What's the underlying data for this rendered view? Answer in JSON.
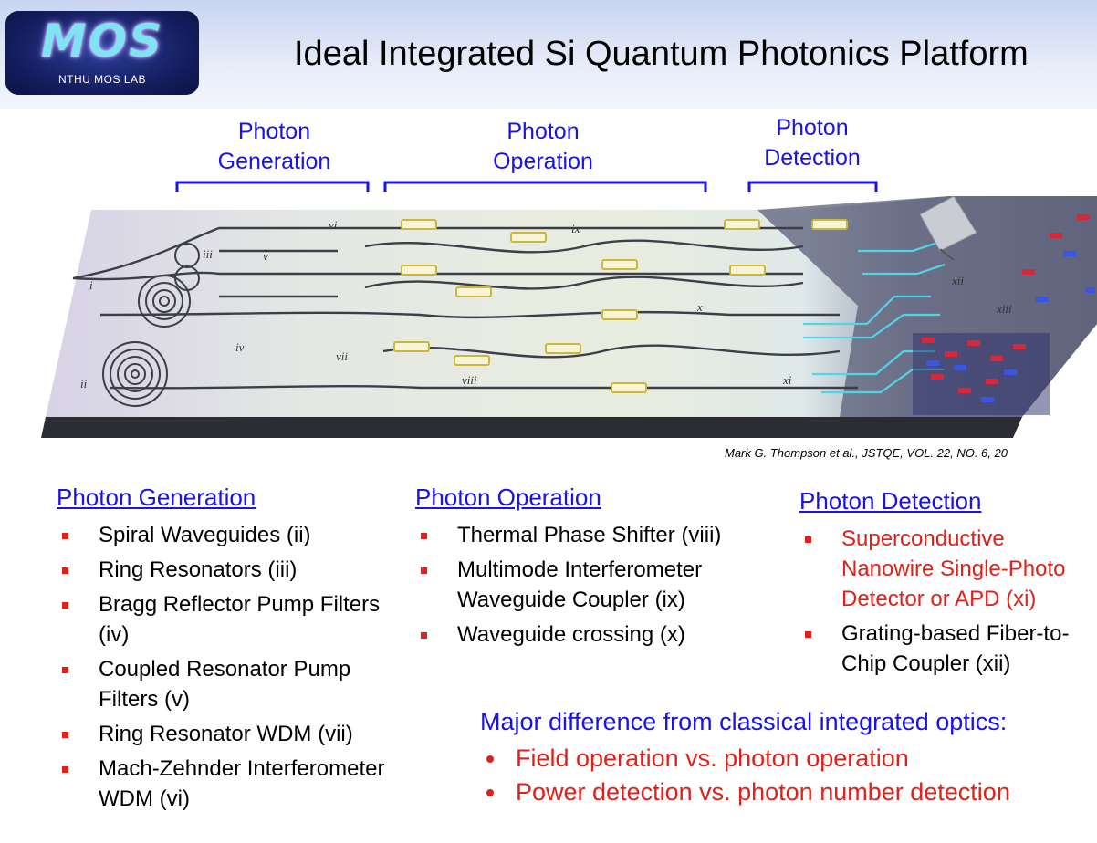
{
  "logo": {
    "word": "MOS",
    "subtitle": "NTHU MOS LAB"
  },
  "title": "Ideal Integrated Si Quantum Photonics Platform",
  "sections": [
    {
      "label": "Photon\nGeneration"
    },
    {
      "label": "Photon\nOperation"
    },
    {
      "label": "Photon\nDetection"
    }
  ],
  "figure_labels": [
    "i",
    "ii",
    "iii",
    "iv",
    "v",
    "vi",
    "vii",
    "viii",
    "ix",
    "x",
    "xi",
    "xii",
    "xiii"
  ],
  "citation": "Mark G. Thompson et al., JSTQE, VOL. 22, NO. 6, 20",
  "columns": {
    "generation": {
      "heading": "Photon Generation",
      "items": [
        "Spiral Waveguides (ii)",
        "Ring Resonators (iii)",
        "Bragg Reflector Pump Filters (iv)",
        "Coupled Resonator Pump Filters (v)",
        "Ring Resonator WDM (vii)",
        "Mach-Zehnder Interferometer WDM (vi)"
      ]
    },
    "operation": {
      "heading": "Photon Operation",
      "items": [
        "Thermal Phase Shifter (viii)",
        "Multimode Interferometer Waveguide Coupler (ix)",
        "Waveguide crossing (x)"
      ]
    },
    "detection": {
      "heading": "Photon Detection",
      "items": [
        "Superconductive Nanowire Single-Photo Detector or APD (xi)",
        "Grating-based Fiber-to-Chip Coupler (xii)"
      ]
    }
  },
  "major": {
    "heading": "Major difference from classical integrated optics:",
    "points": [
      "Field operation vs. photon operation",
      "Power detection vs. photon number detection"
    ]
  },
  "colors": {
    "blue_text": "#1a12e6",
    "red_text": "#e0211a",
    "bullet": "#e0211a"
  }
}
